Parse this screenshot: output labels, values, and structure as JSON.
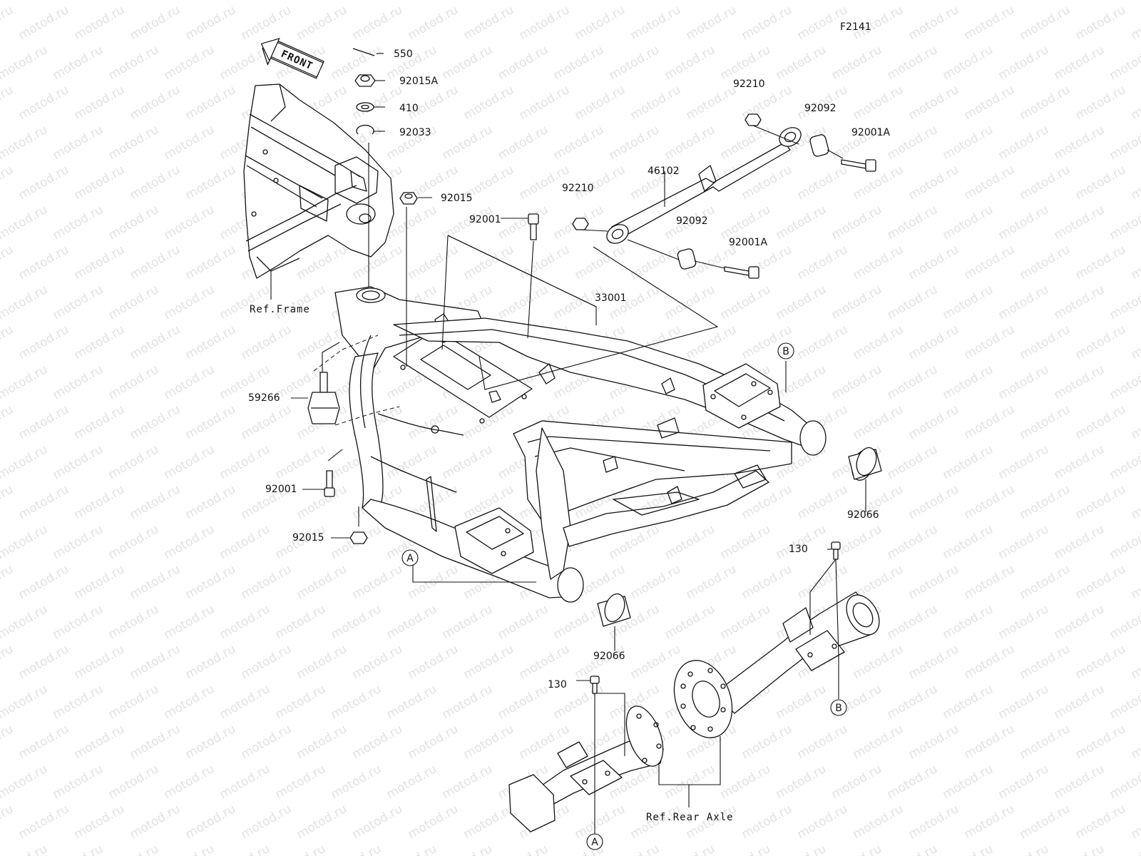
{
  "diagram_code": "F2141",
  "watermark_text": "motod.ru",
  "front_label": "FRONT",
  "references": {
    "frame": "Ref.Frame",
    "rear_axle": "Ref.Rear Axle"
  },
  "parts": {
    "p550": "550",
    "p92015A": "92015A",
    "p410": "410",
    "p92033": "92033",
    "p92015_top": "92015",
    "p92001_top": "92001",
    "p92210_top": "92210",
    "p92092_top": "92092",
    "p92001A_top": "92001A",
    "p46102": "46102",
    "p92210_mid": "92210",
    "p92092_mid": "92092",
    "p92001A_mid": "92001A",
    "p33001": "33001",
    "p59266": "59266",
    "p92001_low": "92001",
    "p92015_low": "92015",
    "p92066_right": "92066",
    "p92066_bottom": "92066",
    "p130_right": "130",
    "p130_left": "130"
  },
  "callouts": {
    "a": "A",
    "b": "B"
  }
}
